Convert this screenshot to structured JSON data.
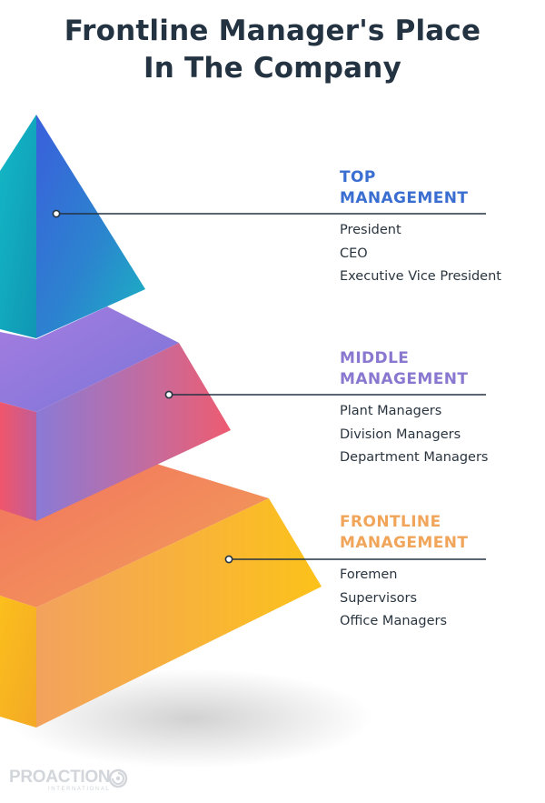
{
  "title": {
    "line1": "Frontline Manager's Place",
    "line2": "In The Company"
  },
  "tiers": [
    {
      "heading_line1": "TOP",
      "heading_line2": "MANAGEMENT",
      "color": "#3a6fd1",
      "items": [
        "President",
        "CEO",
        "Executive Vice President"
      ]
    },
    {
      "heading_line1": "MIDDLE",
      "heading_line2": "MANAGEMENT",
      "color": "#8a78d0",
      "items": [
        "Plant Managers",
        "Division Managers",
        "Department Managers"
      ]
    },
    {
      "heading_line1": "FRONTLINE",
      "heading_line2": "MANAGEMENT",
      "color": "#f0a55a",
      "items": [
        "Foremen",
        "Supervisors",
        "Office Managers"
      ]
    }
  ],
  "logo": {
    "name": "PROACTION",
    "subtitle": "INTERNATIONAL"
  }
}
